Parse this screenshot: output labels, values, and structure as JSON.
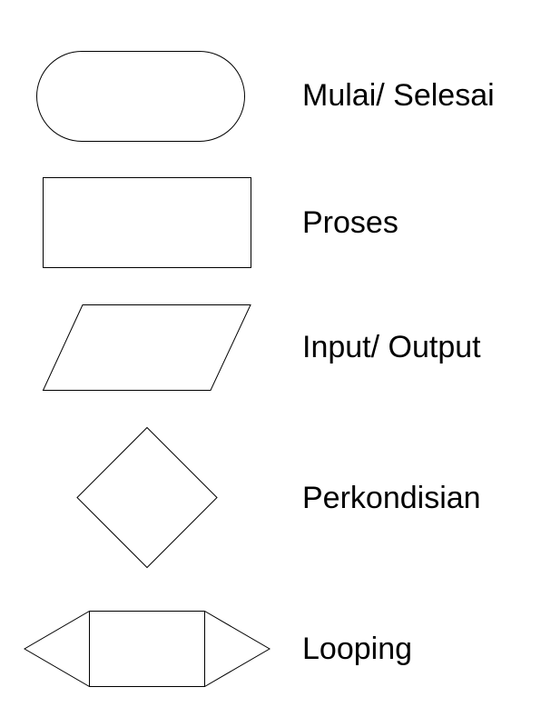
{
  "legend": {
    "items": [
      {
        "shape": "terminator",
        "label": "Mulai/ Selesai"
      },
      {
        "shape": "process",
        "label": "Proses"
      },
      {
        "shape": "input-output",
        "label": "Input/ Output"
      },
      {
        "shape": "decision",
        "label": "Perkondisian"
      },
      {
        "shape": "loop",
        "label": "Looping"
      }
    ]
  },
  "colors": {
    "stroke": "#000000",
    "background": "#ffffff",
    "text": "#000000"
  }
}
